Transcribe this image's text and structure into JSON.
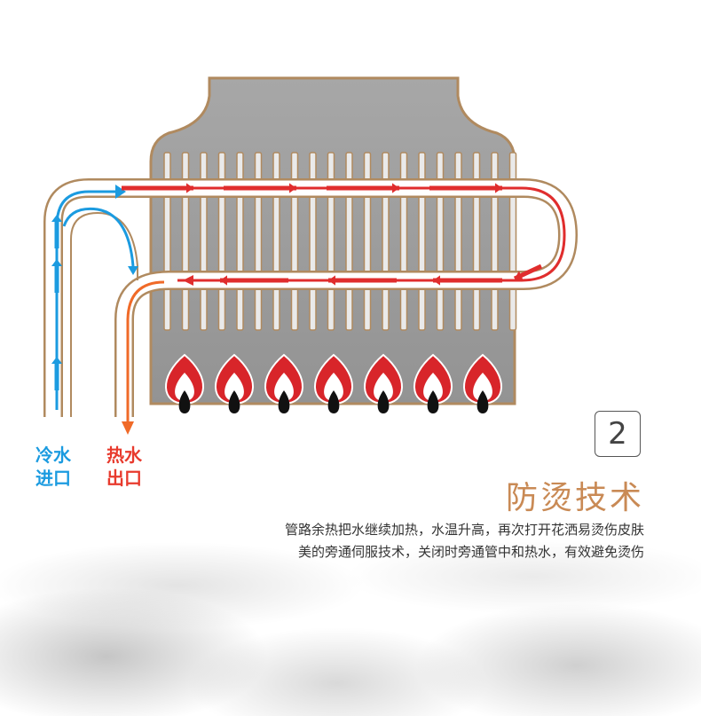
{
  "labels": {
    "cold_line1": "冷水",
    "cold_line2": "进口",
    "hot_line1": "热水",
    "hot_line2": "出口"
  },
  "badge": "2",
  "title": "防烫技术",
  "description": {
    "line1": "管路余热把水继续加热，水温升高，再次打开花洒易烫伤皮肤",
    "line2": "美的旁通伺服技术，关闭时旁通管中和热水，有效避免烫伤"
  },
  "colors": {
    "cold": "#1b9be0",
    "hot": "#e83a2d",
    "accent_gold": "#c98a55",
    "pipe_outline": "#b08a5f",
    "exchanger_gray": "#9e9e9e",
    "flame": "#d8252a"
  },
  "icons": {
    "flame": "flame-icon",
    "drop": "gas-drop-icon",
    "arrow": "flow-arrow-icon"
  }
}
